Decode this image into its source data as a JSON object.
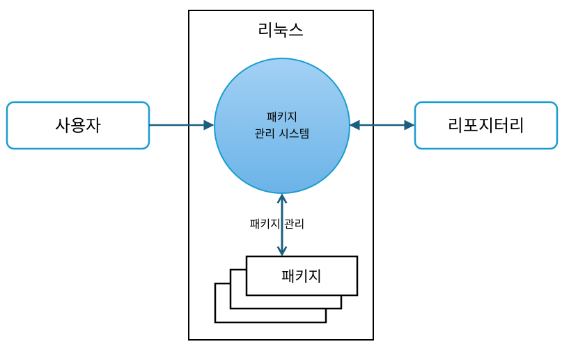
{
  "linux_box": {
    "title": "리눅스"
  },
  "user_box": {
    "label": "사용자"
  },
  "repository_box": {
    "label": "리포지터리"
  },
  "package_manager": {
    "line1": "패키지",
    "line2": "관리 시스템"
  },
  "package_link": {
    "label": "패키지 관리"
  },
  "package_stack": {
    "label": "패키지"
  },
  "colors": {
    "accent_border": "#1a9cd0",
    "arrow": "#1b5e80",
    "circle_top": "#a3d1f4",
    "circle_bottom": "#6bb3e8",
    "box_border": "#000000"
  }
}
